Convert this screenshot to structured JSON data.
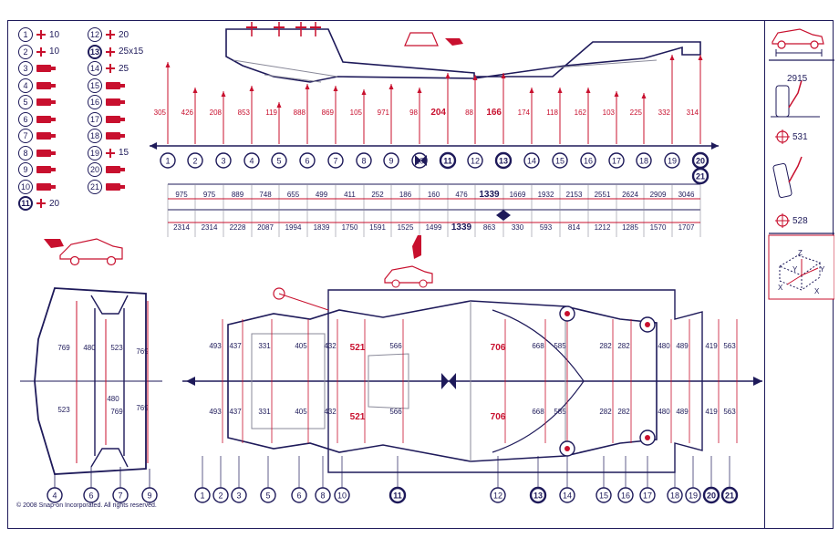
{
  "copyright": "© 2008 Snap-on Incorporated.  All rights reserved.",
  "legend": [
    {
      "n": "1",
      "val": "10",
      "kind": "cross"
    },
    {
      "n": "2",
      "val": "10",
      "kind": "cross"
    },
    {
      "n": "3",
      "val": "",
      "kind": "bolt"
    },
    {
      "n": "4",
      "val": "",
      "kind": "bolt"
    },
    {
      "n": "5",
      "val": "",
      "kind": "bolt"
    },
    {
      "n": "6",
      "val": "",
      "kind": "bolt"
    },
    {
      "n": "7",
      "val": "",
      "kind": "bolt"
    },
    {
      "n": "8",
      "val": "",
      "kind": "bolt"
    },
    {
      "n": "9",
      "val": "",
      "kind": "bolt"
    },
    {
      "n": "10",
      "val": "",
      "kind": "bolt"
    },
    {
      "n": "11",
      "val": "20",
      "kind": "cross"
    },
    {
      "n": "12",
      "val": "20",
      "kind": "cross"
    },
    {
      "n": "13",
      "val": "25x15",
      "kind": "cross"
    },
    {
      "n": "14",
      "val": "25",
      "kind": "cross"
    },
    {
      "n": "15",
      "val": "",
      "kind": "bolt"
    },
    {
      "n": "16",
      "val": "",
      "kind": "bolt"
    },
    {
      "n": "17",
      "val": "",
      "kind": "bolt"
    },
    {
      "n": "18",
      "val": "",
      "kind": "bolt"
    },
    {
      "n": "19",
      "val": "15",
      "kind": "cross"
    },
    {
      "n": "20",
      "val": "",
      "kind": "bolt"
    },
    {
      "n": "21",
      "val": "",
      "kind": "bolt"
    }
  ],
  "side_view": {
    "heights": [
      "305",
      "426",
      "208",
      "853",
      "119",
      "888",
      "869",
      "105",
      "971",
      "98",
      "204",
      "88",
      "166",
      "174",
      "118",
      "162",
      "103",
      "225",
      "332",
      "314"
    ],
    "points": [
      "1",
      "2",
      "3",
      "4",
      "5",
      "6",
      "7",
      "8",
      "9",
      "10",
      "11",
      "12",
      "13",
      "14",
      "15",
      "16",
      "17",
      "18",
      "19",
      "20",
      "21"
    ],
    "row1": [
      "975",
      "975",
      "889",
      "748",
      "655",
      "499",
      "411",
      "252",
      "186",
      "160",
      "476",
      "1339",
      "1669",
      "1932",
      "2153",
      "2551",
      "2624",
      "2909",
      "3046"
    ],
    "row2": [
      "2314",
      "2314",
      "2228",
      "2087",
      "1994",
      "1839",
      "1750",
      "1591",
      "1525",
      "1499",
      "1339",
      "863",
      "330",
      "593",
      "814",
      "1212",
      "1285",
      "1570",
      "1707"
    ]
  },
  "plan_view": {
    "points": [
      "1",
      "2",
      "3",
      "5",
      "6",
      "8",
      "10",
      "11",
      "12",
      "13",
      "14",
      "15",
      "16",
      "17",
      "18",
      "19",
      "20",
      "21"
    ],
    "dims_upper": [
      "493",
      "437",
      "331",
      "405",
      "432",
      "521",
      "566",
      "706",
      "668",
      "585",
      "282",
      "282",
      "480",
      "489",
      "419",
      "563"
    ],
    "dims_lower": [
      "493",
      "437",
      "331",
      "405",
      "432",
      "521",
      "566",
      "706",
      "668",
      "585",
      "282",
      "282",
      "480",
      "489",
      "419",
      "563"
    ]
  },
  "front_view": {
    "points": [
      "4",
      "6",
      "7",
      "9"
    ],
    "dims": [
      "769",
      "480",
      "523",
      "769",
      "523",
      "480",
      "769",
      "769"
    ]
  },
  "right_panel": {
    "wheelbase": "2915",
    "val1": "531",
    "val2": "528"
  }
}
